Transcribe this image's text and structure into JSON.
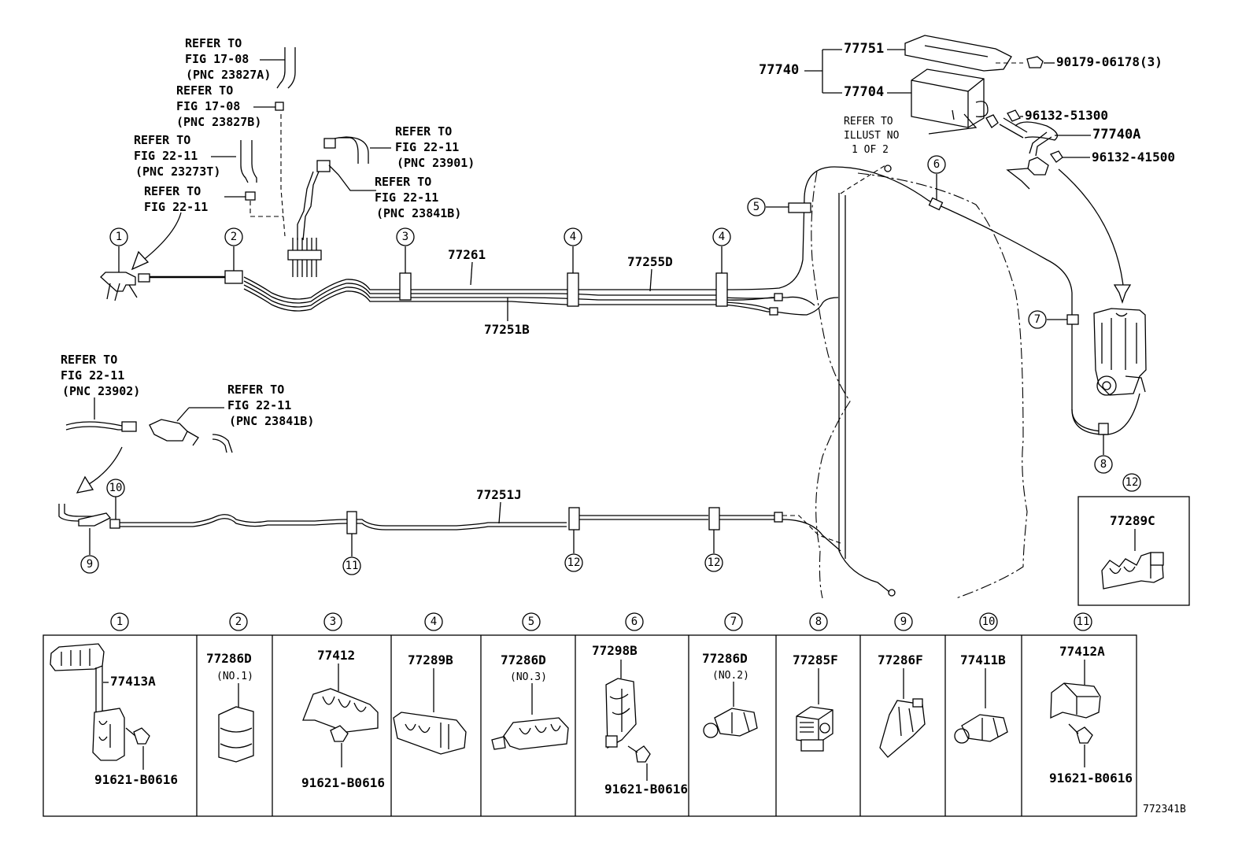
{
  "figure_code": "772341B",
  "refer_notes": [
    {
      "id": "r1",
      "lines": [
        "REFER TO",
        "FIG 17-08",
        "(PNC 23827A)"
      ]
    },
    {
      "id": "r2",
      "lines": [
        "REFER TO",
        "FIG 17-08",
        "(PNC 23827B)"
      ]
    },
    {
      "id": "r3",
      "lines": [
        "REFER TO",
        "FIG 22-11",
        "(PNC 23273T)"
      ]
    },
    {
      "id": "r4",
      "lines": [
        "REFER TO",
        "FIG 22-11"
      ]
    },
    {
      "id": "r5",
      "lines": [
        "REFER TO",
        "FIG 22-11",
        "(PNC 23901)"
      ]
    },
    {
      "id": "r6",
      "lines": [
        "REFER TO",
        "FIG 22-11",
        "(PNC 23841B)"
      ]
    },
    {
      "id": "r7",
      "lines": [
        "REFER TO",
        "FIG 22-11",
        "(PNC 23902)"
      ]
    },
    {
      "id": "r8",
      "lines": [
        "REFER TO",
        "FIG 22-11",
        "(PNC 23841B)"
      ]
    },
    {
      "id": "r9",
      "lines": [
        "REFER TO",
        "ILLUST NO",
        "1 OF 2"
      ]
    }
  ],
  "main_parts": {
    "p77740": "77740",
    "p77751": "77751",
    "p77704": "77704",
    "p90179": "90179-06178(3)",
    "p96132a": "96132-51300",
    "p77740A": "77740A",
    "p96132b": "96132-41500",
    "p77261": "77261",
    "p77255D": "77255D",
    "p77251B": "77251B",
    "p77251J": "77251J",
    "p77289C": "77289C"
  },
  "callout_numbers": [
    "①",
    "②",
    "③",
    "④",
    "⑤",
    "⑥",
    "⑦",
    "⑧",
    "⑨",
    "⑩",
    "⑪",
    "⑫"
  ],
  "legend": [
    {
      "num": "①",
      "part": "77413A",
      "sub": "",
      "bolt": "91621-B0616"
    },
    {
      "num": "②",
      "part": "77286D",
      "sub": "(NO.1)",
      "bolt": ""
    },
    {
      "num": "③",
      "part": "77412",
      "sub": "",
      "bolt": "91621-B0616"
    },
    {
      "num": "④",
      "part": "77289B",
      "sub": "",
      "bolt": ""
    },
    {
      "num": "⑤",
      "part": "77286D",
      "sub": "(NO.3)",
      "bolt": ""
    },
    {
      "num": "⑥",
      "part": "77298B",
      "sub": "",
      "bolt": "91621-B0616"
    },
    {
      "num": "⑦",
      "part": "77286D",
      "sub": "(NO.2)",
      "bolt": ""
    },
    {
      "num": "⑧",
      "part": "77285F",
      "sub": "",
      "bolt": ""
    },
    {
      "num": "⑨",
      "part": "77286F",
      "sub": "",
      "bolt": ""
    },
    {
      "num": "⑩",
      "part": "77411B",
      "sub": "",
      "bolt": ""
    },
    {
      "num": "⑪",
      "part": "77412A",
      "sub": "",
      "bolt": "91621-B0616"
    }
  ]
}
